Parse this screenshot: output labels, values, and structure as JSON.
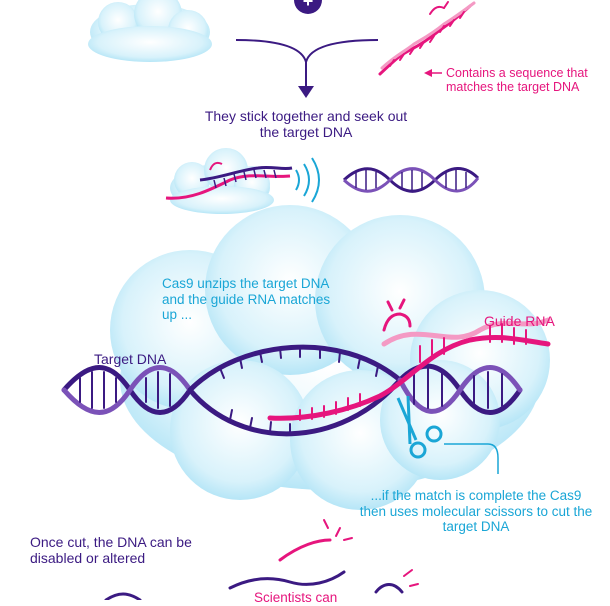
{
  "labels": {
    "sequence_note": "Contains a sequence that matches the target DNA",
    "stick_together": "They stick together and seek out the target DNA",
    "cas9_unzips": "Cas9 unzips the target DNA and the guide RNA matches up ...",
    "guide_rna": "Guide RNA",
    "target_dna": "Target DNA",
    "match_complete": "...if the match is complete the Cas9 then uses molecular scissors to cut the target DNA",
    "once_cut": "Once cut, the DNA can be disabled or altered",
    "scientists_can": "Scientists can"
  },
  "plus_symbol": "+",
  "colors": {
    "dna_purple": "#3b1a82",
    "dna_light_purple": "#7b52b8",
    "rna_pink": "#e6157d",
    "cloud_blue": "#bfe9f8",
    "cloud_edge": "#9fdcf3",
    "scissor_blue": "#1aa6d6"
  }
}
